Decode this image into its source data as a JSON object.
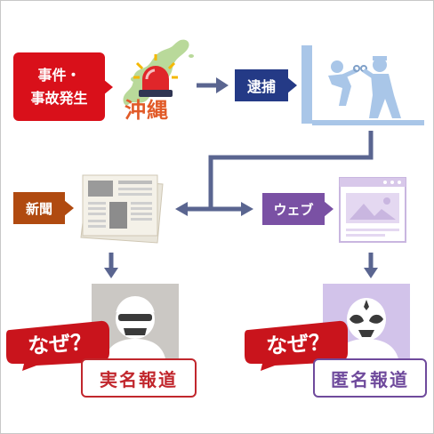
{
  "incident": {
    "line1": "事件・",
    "line2": "事故発生"
  },
  "place": "沖縄",
  "arrest": "逮捕",
  "newspaper": "新聞",
  "web": "ウェブ",
  "why_left": "なぜ？",
  "why_right": "なぜ？",
  "real_name": "実名報道",
  "anonymous": "匿名報道",
  "colors": {
    "incident_red": "#d9101a",
    "arrest_navy": "#243a86",
    "news_brown": "#b04a10",
    "web_purple": "#7a51a4",
    "arrow_slate": "#5a6590",
    "okinawa_green": "#b9d99a",
    "arrest_blue": "#a9c6e8"
  },
  "icons": [
    "siren-icon",
    "okinawa-map-icon",
    "arrest-scene-icon",
    "newspaper-icon",
    "web-page-icon",
    "masked-person-icon",
    "luchador-mask-icon"
  ]
}
